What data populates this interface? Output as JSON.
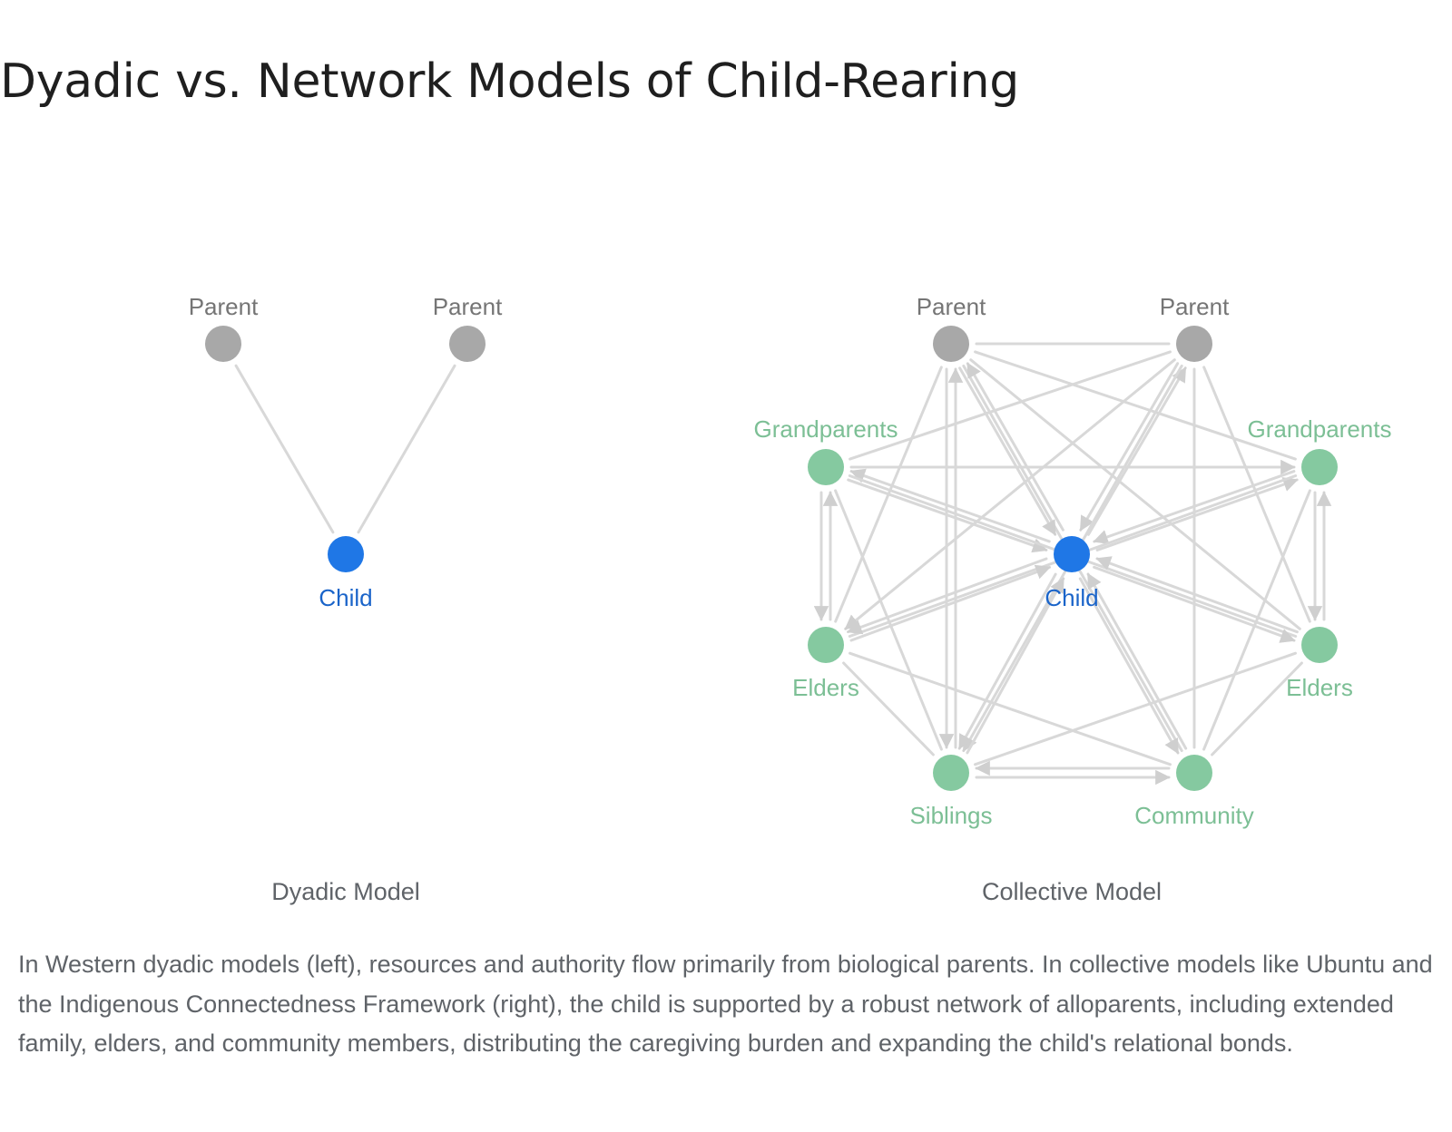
{
  "title": "Dyadic vs. Network Models of Child-Rearing",
  "colors": {
    "parent": "#a8a8a8",
    "parent_label": "#757575",
    "child": "#1f77e6",
    "child_label": "#1a64c9",
    "network_member": "#85c9a0",
    "network_label": "#7cbf95",
    "edge": "#d8d8d8",
    "arrow": "#cfcfcf"
  },
  "dyadic": {
    "caption": "Dyadic Model",
    "nodes": {
      "parent_left": {
        "label": "Parent",
        "role": "parent"
      },
      "parent_right": {
        "label": "Parent",
        "role": "parent"
      },
      "child": {
        "label": "Child",
        "role": "child"
      }
    },
    "edges": [
      {
        "from": "parent_left",
        "to": "child"
      },
      {
        "from": "parent_right",
        "to": "child"
      }
    ]
  },
  "collective": {
    "caption": "Collective Model",
    "nodes": {
      "parent_left": {
        "label": "Parent",
        "role": "parent"
      },
      "parent_right": {
        "label": "Parent",
        "role": "parent"
      },
      "grandparents_left": {
        "label": "Grandparents",
        "role": "member"
      },
      "grandparents_right": {
        "label": "Grandparents",
        "role": "member"
      },
      "child": {
        "label": "Child",
        "role": "child"
      },
      "elders_left": {
        "label": "Elders",
        "role": "member"
      },
      "elders_right": {
        "label": "Elders",
        "role": "member"
      },
      "siblings": {
        "label": "Siblings",
        "role": "member"
      },
      "community": {
        "label": "Community",
        "role": "member"
      }
    },
    "edges": [
      {
        "from": "parent_left",
        "to": "parent_right",
        "arrows": "none"
      },
      {
        "from": "parent_left",
        "to": "grandparents_right",
        "arrows": "none"
      },
      {
        "from": "parent_left",
        "to": "elders_right",
        "arrows": "none"
      },
      {
        "from": "parent_left",
        "to": "community",
        "arrows": "none"
      },
      {
        "from": "parent_left",
        "to": "elders_left",
        "arrows": "none"
      },
      {
        "from": "parent_left",
        "to": "child",
        "arrows": "end"
      },
      {
        "from": "child",
        "to": "parent_left",
        "arrows": "end"
      },
      {
        "from": "parent_left",
        "to": "siblings",
        "arrows": "end"
      },
      {
        "from": "siblings",
        "to": "parent_left",
        "arrows": "end"
      },
      {
        "from": "parent_right",
        "to": "grandparents_left",
        "arrows": "none"
      },
      {
        "from": "parent_right",
        "to": "elders_left",
        "arrows": "end"
      },
      {
        "from": "parent_right",
        "to": "elders_right",
        "arrows": "none"
      },
      {
        "from": "parent_right",
        "to": "community",
        "arrows": "none"
      },
      {
        "from": "parent_right",
        "to": "child",
        "arrows": "end"
      },
      {
        "from": "child",
        "to": "parent_right",
        "arrows": "end"
      },
      {
        "from": "parent_right",
        "to": "siblings",
        "arrows": "end"
      },
      {
        "from": "grandparents_left",
        "to": "grandparents_right",
        "arrows": "end"
      },
      {
        "from": "grandparents_left",
        "to": "child",
        "arrows": "end"
      },
      {
        "from": "child",
        "to": "grandparents_left",
        "arrows": "end"
      },
      {
        "from": "grandparents_left",
        "to": "elders_left",
        "arrows": "end"
      },
      {
        "from": "elders_left",
        "to": "grandparents_left",
        "arrows": "end"
      },
      {
        "from": "grandparents_left",
        "to": "siblings",
        "arrows": "none"
      },
      {
        "from": "grandparents_left",
        "to": "elders_right",
        "arrows": "none"
      },
      {
        "from": "grandparents_right",
        "to": "child",
        "arrows": "end"
      },
      {
        "from": "child",
        "to": "grandparents_right",
        "arrows": "end"
      },
      {
        "from": "grandparents_right",
        "to": "elders_right",
        "arrows": "end"
      },
      {
        "from": "elders_right",
        "to": "grandparents_right",
        "arrows": "end"
      },
      {
        "from": "grandparents_right",
        "to": "community",
        "arrows": "none"
      },
      {
        "from": "grandparents_right",
        "to": "elders_left",
        "arrows": "none"
      },
      {
        "from": "elders_left",
        "to": "child",
        "arrows": "end"
      },
      {
        "from": "child",
        "to": "elders_left",
        "arrows": "end"
      },
      {
        "from": "elders_left",
        "to": "siblings",
        "arrows": "none"
      },
      {
        "from": "elders_left",
        "to": "community",
        "arrows": "none"
      },
      {
        "from": "elders_right",
        "to": "child",
        "arrows": "end"
      },
      {
        "from": "child",
        "to": "elders_right",
        "arrows": "end"
      },
      {
        "from": "elders_right",
        "to": "community",
        "arrows": "none"
      },
      {
        "from": "elders_right",
        "to": "siblings",
        "arrows": "none"
      },
      {
        "from": "child",
        "to": "siblings",
        "arrows": "end"
      },
      {
        "from": "siblings",
        "to": "child",
        "arrows": "end"
      },
      {
        "from": "child",
        "to": "community",
        "arrows": "end"
      },
      {
        "from": "community",
        "to": "child",
        "arrows": "end"
      },
      {
        "from": "siblings",
        "to": "community",
        "arrows": "end"
      },
      {
        "from": "community",
        "to": "siblings",
        "arrows": "end"
      }
    ]
  },
  "caption": "In Western dyadic models (left), resources and authority flow primarily from biological parents. In collective models like Ubuntu and the Indigenous Connectedness Framework (right), the child is supported by a robust network of alloparents, including extended family, elders, and community members, distributing the caregiving burden and expanding the child's relational bonds."
}
